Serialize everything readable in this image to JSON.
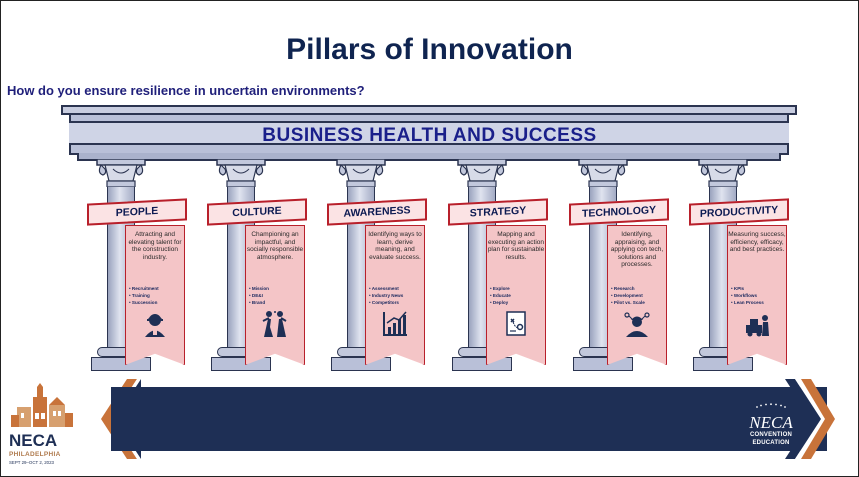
{
  "slide": {
    "title": "Pillars of Innovation",
    "subtitle": "How do you ensure resilience in uncertain environments?",
    "beam_title": "BUSINESS HEALTH AND SUCCESS"
  },
  "pillars": [
    {
      "name": "PEOPLE",
      "description": "Attracting and elevating talent for the construction industry.",
      "items": [
        "Recruitment",
        "Training",
        "Succession"
      ],
      "icon": "worker-hardhat-icon"
    },
    {
      "name": "CULTURE",
      "description": "Championing an impactful, and socially responsible atmosphere.",
      "items": [
        "Mission",
        "DE&I",
        "Brand"
      ],
      "icon": "team-celebration-icon"
    },
    {
      "name": "AWARENESS",
      "description": "Identifying ways to learn, derive meaning, and evaluate success.",
      "items": [
        "Assessment",
        "Industry News",
        "Competitors"
      ],
      "icon": "growth-chart-icon"
    },
    {
      "name": "STRATEGY",
      "description": "Mapping and executing an action plan for sustainable results.",
      "items": [
        "Explore",
        "Educate",
        "Deploy"
      ],
      "icon": "strategy-plan-icon"
    },
    {
      "name": "TECHNOLOGY",
      "description": "Identifying, appraising, and applying con tech, solutions and processes.",
      "items": [
        "Research",
        "Development",
        "Pilot vs. Scale"
      ],
      "icon": "engineer-tech-icon"
    },
    {
      "name": "PRODUCTIVITY",
      "description": "Measuring success, efficiency, efficacy, and best practices.",
      "items": [
        "KPIs",
        "Workflows",
        "Lean Process"
      ],
      "icon": "machinery-worker-icon"
    }
  ],
  "footer": {
    "left_logo": {
      "name": "NECA",
      "city": "PHILADELPHIA",
      "dates": "SEPT 29–OCT 2, 2023"
    },
    "right_logo": {
      "name": "NECA",
      "line1": "CONVENTION",
      "line2": "EDUCATION"
    }
  },
  "colors": {
    "navy": "#1e2f55",
    "banner_red": "#b8202b",
    "banner_fill": "#f4c5c7",
    "title_blue": "#0f2450",
    "accent_orange": "#c8733a"
  }
}
